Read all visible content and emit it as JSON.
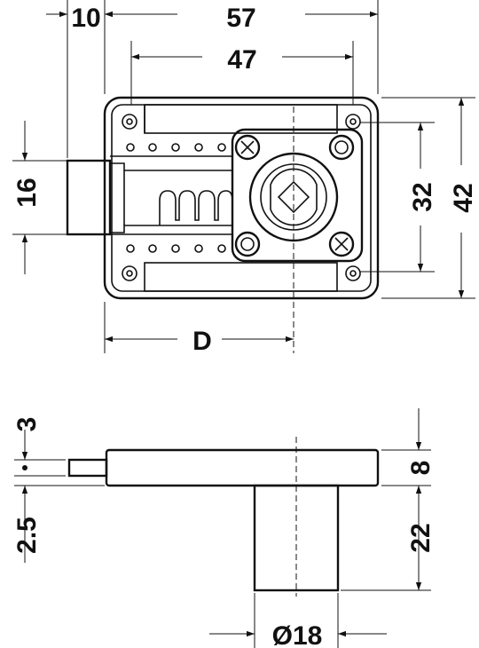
{
  "dimensions": {
    "overall_width": "57",
    "bolt_offset": "10",
    "inner_width": "47",
    "bolt_height": "16",
    "inner_height": "32",
    "overall_height": "42",
    "backset": "D",
    "bolt_thickness": "3",
    "bolt_recess": "2.5",
    "case_depth": "8",
    "cylinder_length": "22",
    "cylinder_diameter": "Ø18"
  }
}
